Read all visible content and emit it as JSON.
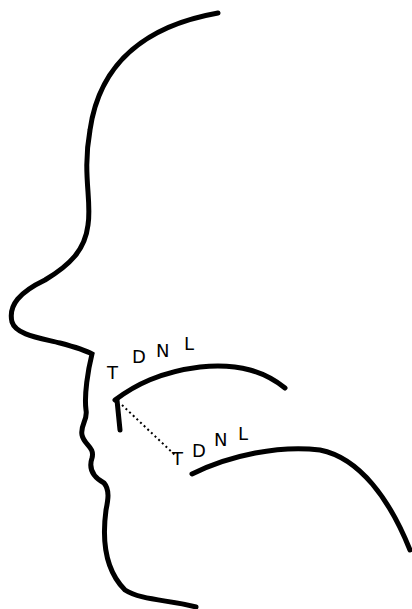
{
  "diagram": {
    "labels": [
      "T",
      "D",
      "N",
      "L",
      "T",
      "D",
      "N",
      "L"
    ]
  }
}
